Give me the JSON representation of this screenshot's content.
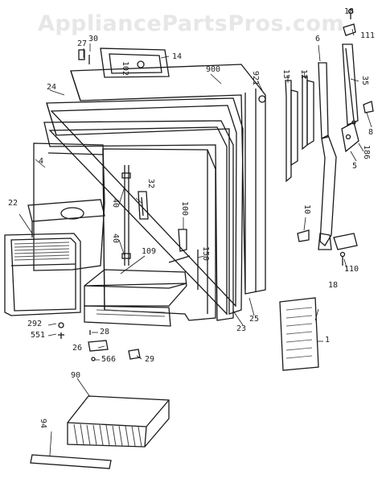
{
  "watermark": "AppliancePartsPros.com",
  "colors": {
    "line": "#1a1a1a",
    "hatch": "#555555",
    "paper": "#ffffff"
  },
  "part_numbers": {
    "p18a": "18",
    "p111": "111",
    "p27": "27",
    "p30": "30",
    "p14": "14",
    "p102": "102",
    "p900": "900",
    "p921": "921",
    "p13": "13",
    "p12": "12",
    "p6": "6",
    "p35": "35",
    "p24": "24",
    "p8": "8",
    "p186": "186",
    "p5": "5",
    "p4": "4",
    "p32": "32",
    "p40a": "40",
    "p100": "100",
    "p40b": "40",
    "p22": "22",
    "p109": "109",
    "p150": "150",
    "p10": "10",
    "p110": "110",
    "p18b": "18",
    "p25": "25",
    "p23": "23",
    "p1": "1",
    "p292": "292",
    "p551": "551",
    "p28": "28",
    "p26": "26",
    "p566": "566",
    "p29": "29",
    "p90": "90",
    "p94": "94"
  }
}
